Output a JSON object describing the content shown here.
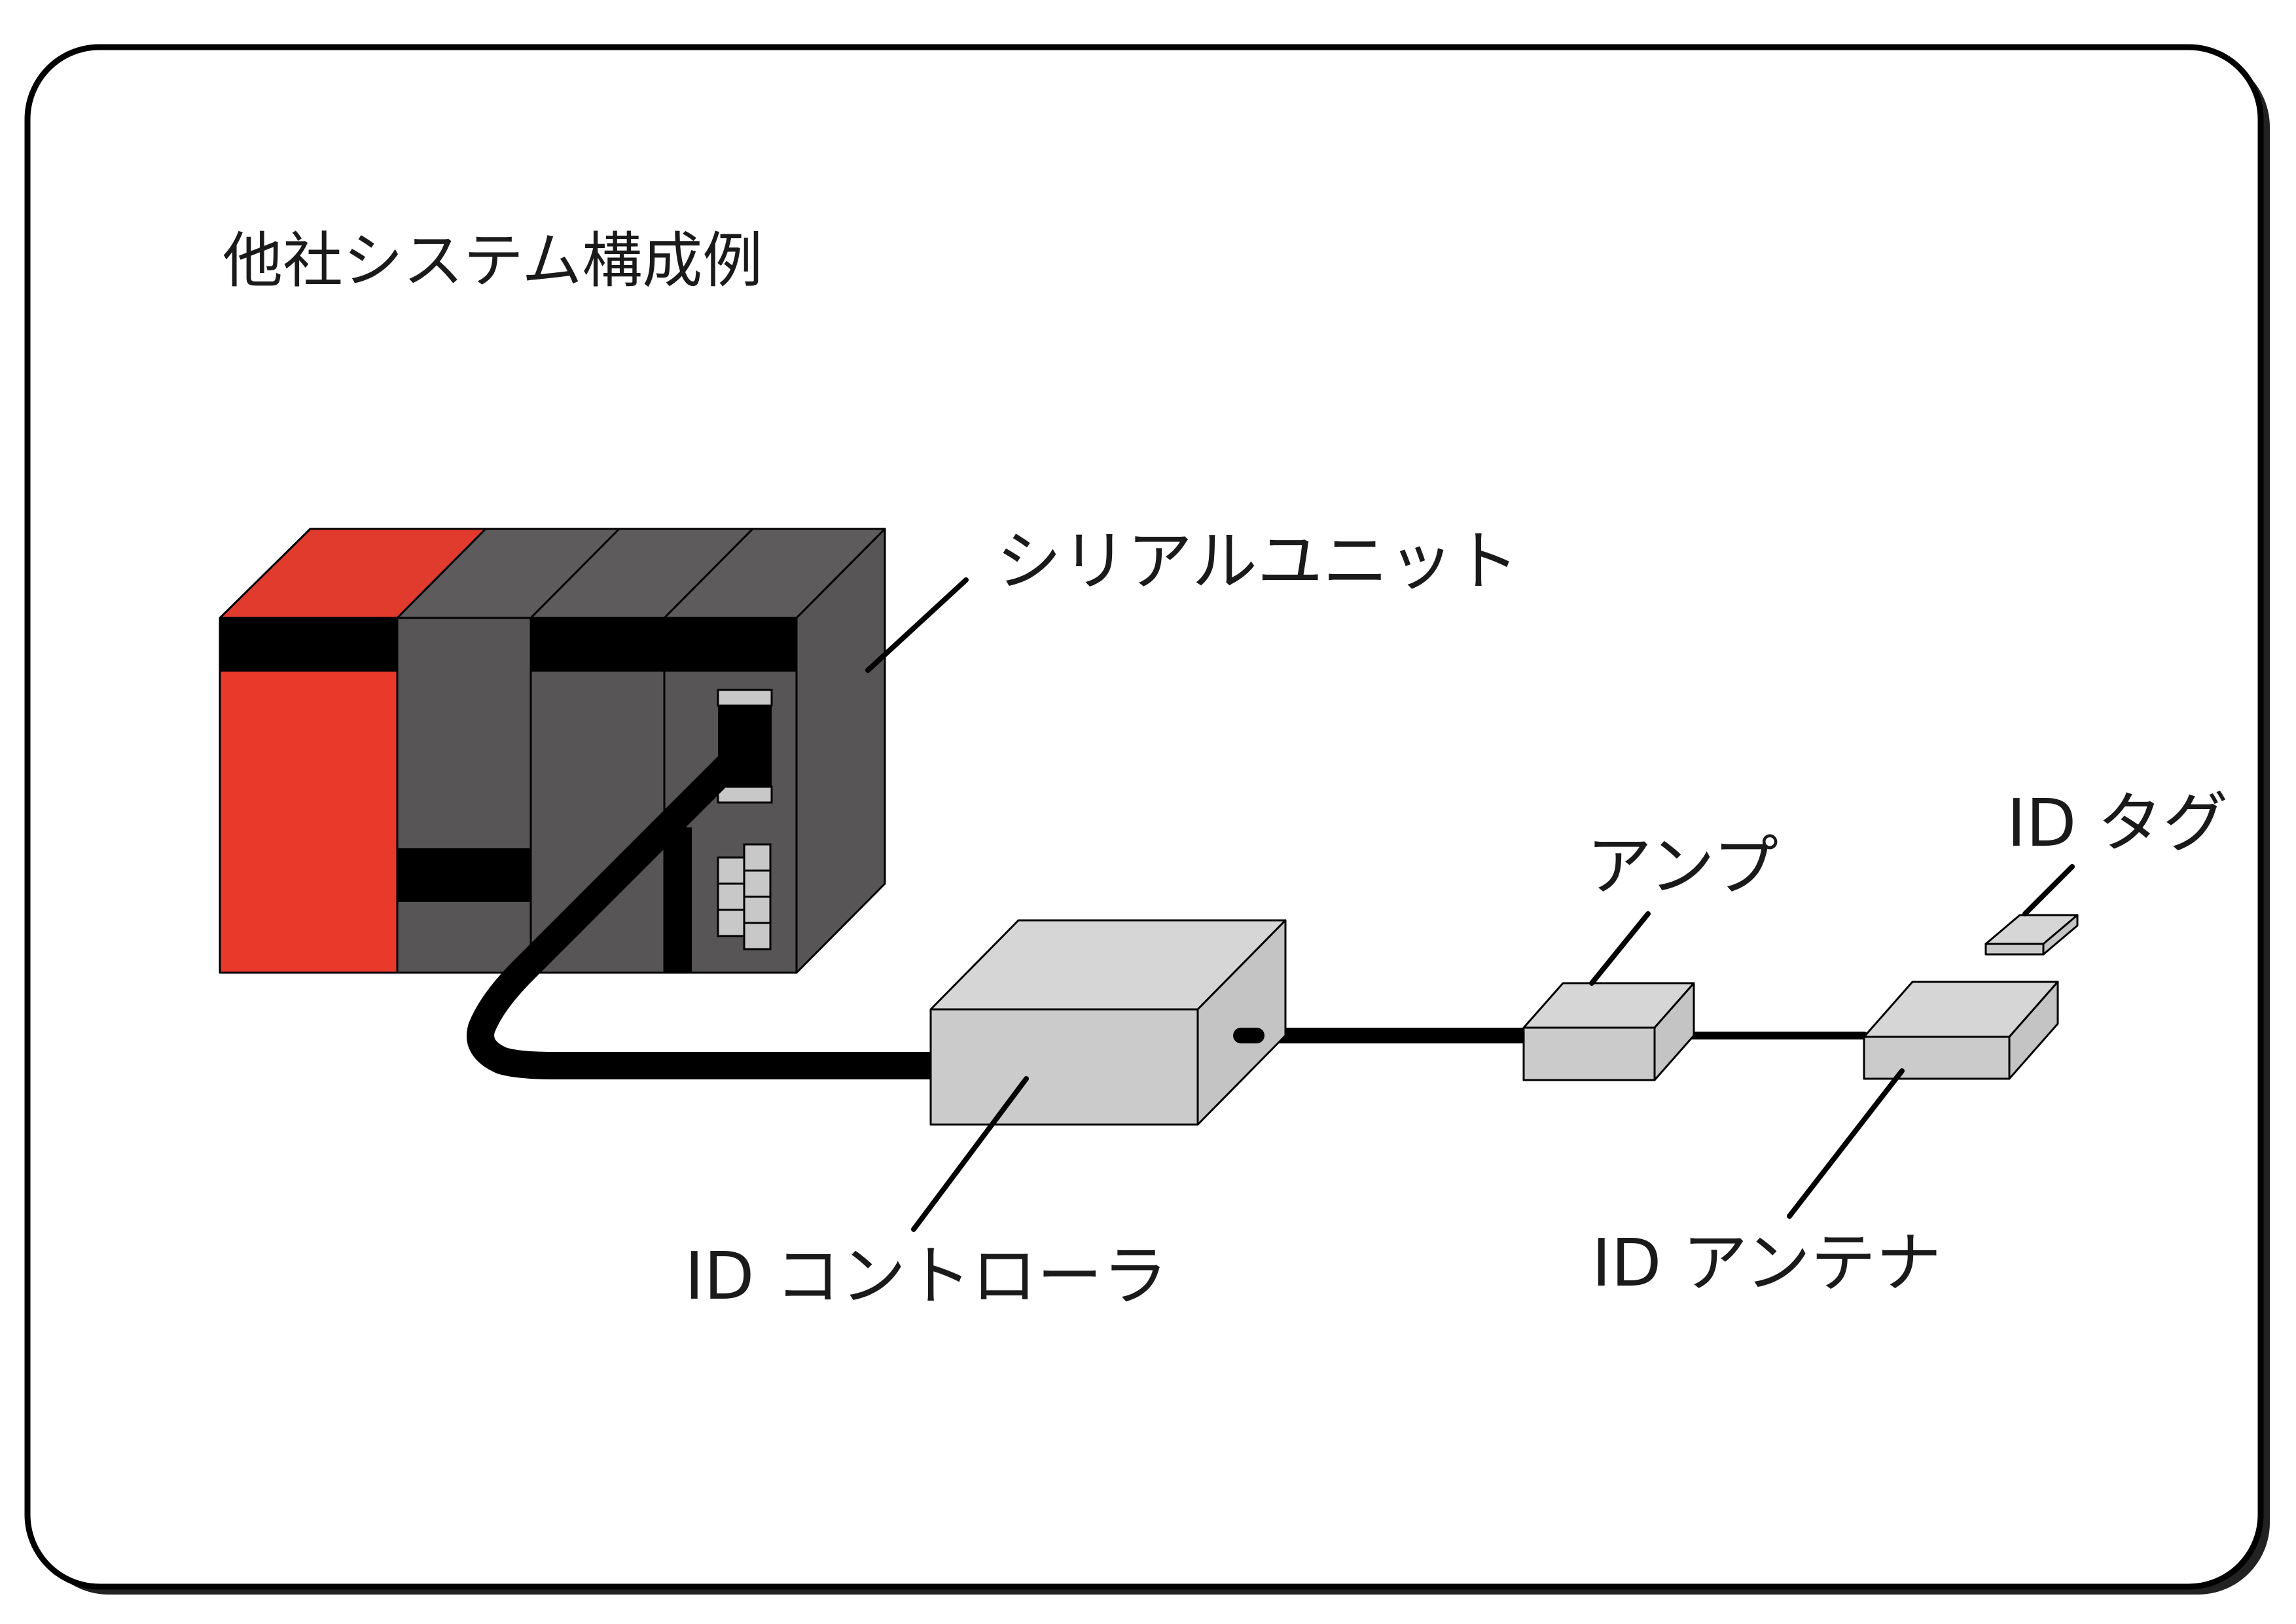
{
  "title": "他社システム構成例",
  "labels": {
    "serial_unit": "シリアルユニット",
    "id_controller": "ID コントローラ",
    "amp": "アンプ",
    "id_antenna": "ID アンテナ",
    "id_tag": "ID タグ"
  },
  "colors": {
    "plc_red": "#e8392b",
    "plc_red_top": "#e13b2e",
    "plc_gray": "#575556",
    "plc_gray_top": "#5d5b5c",
    "black": "#000000",
    "device_front": "#cbcbcb",
    "device_top": "#d6d6d6",
    "device_side": "#c4c4c4"
  }
}
